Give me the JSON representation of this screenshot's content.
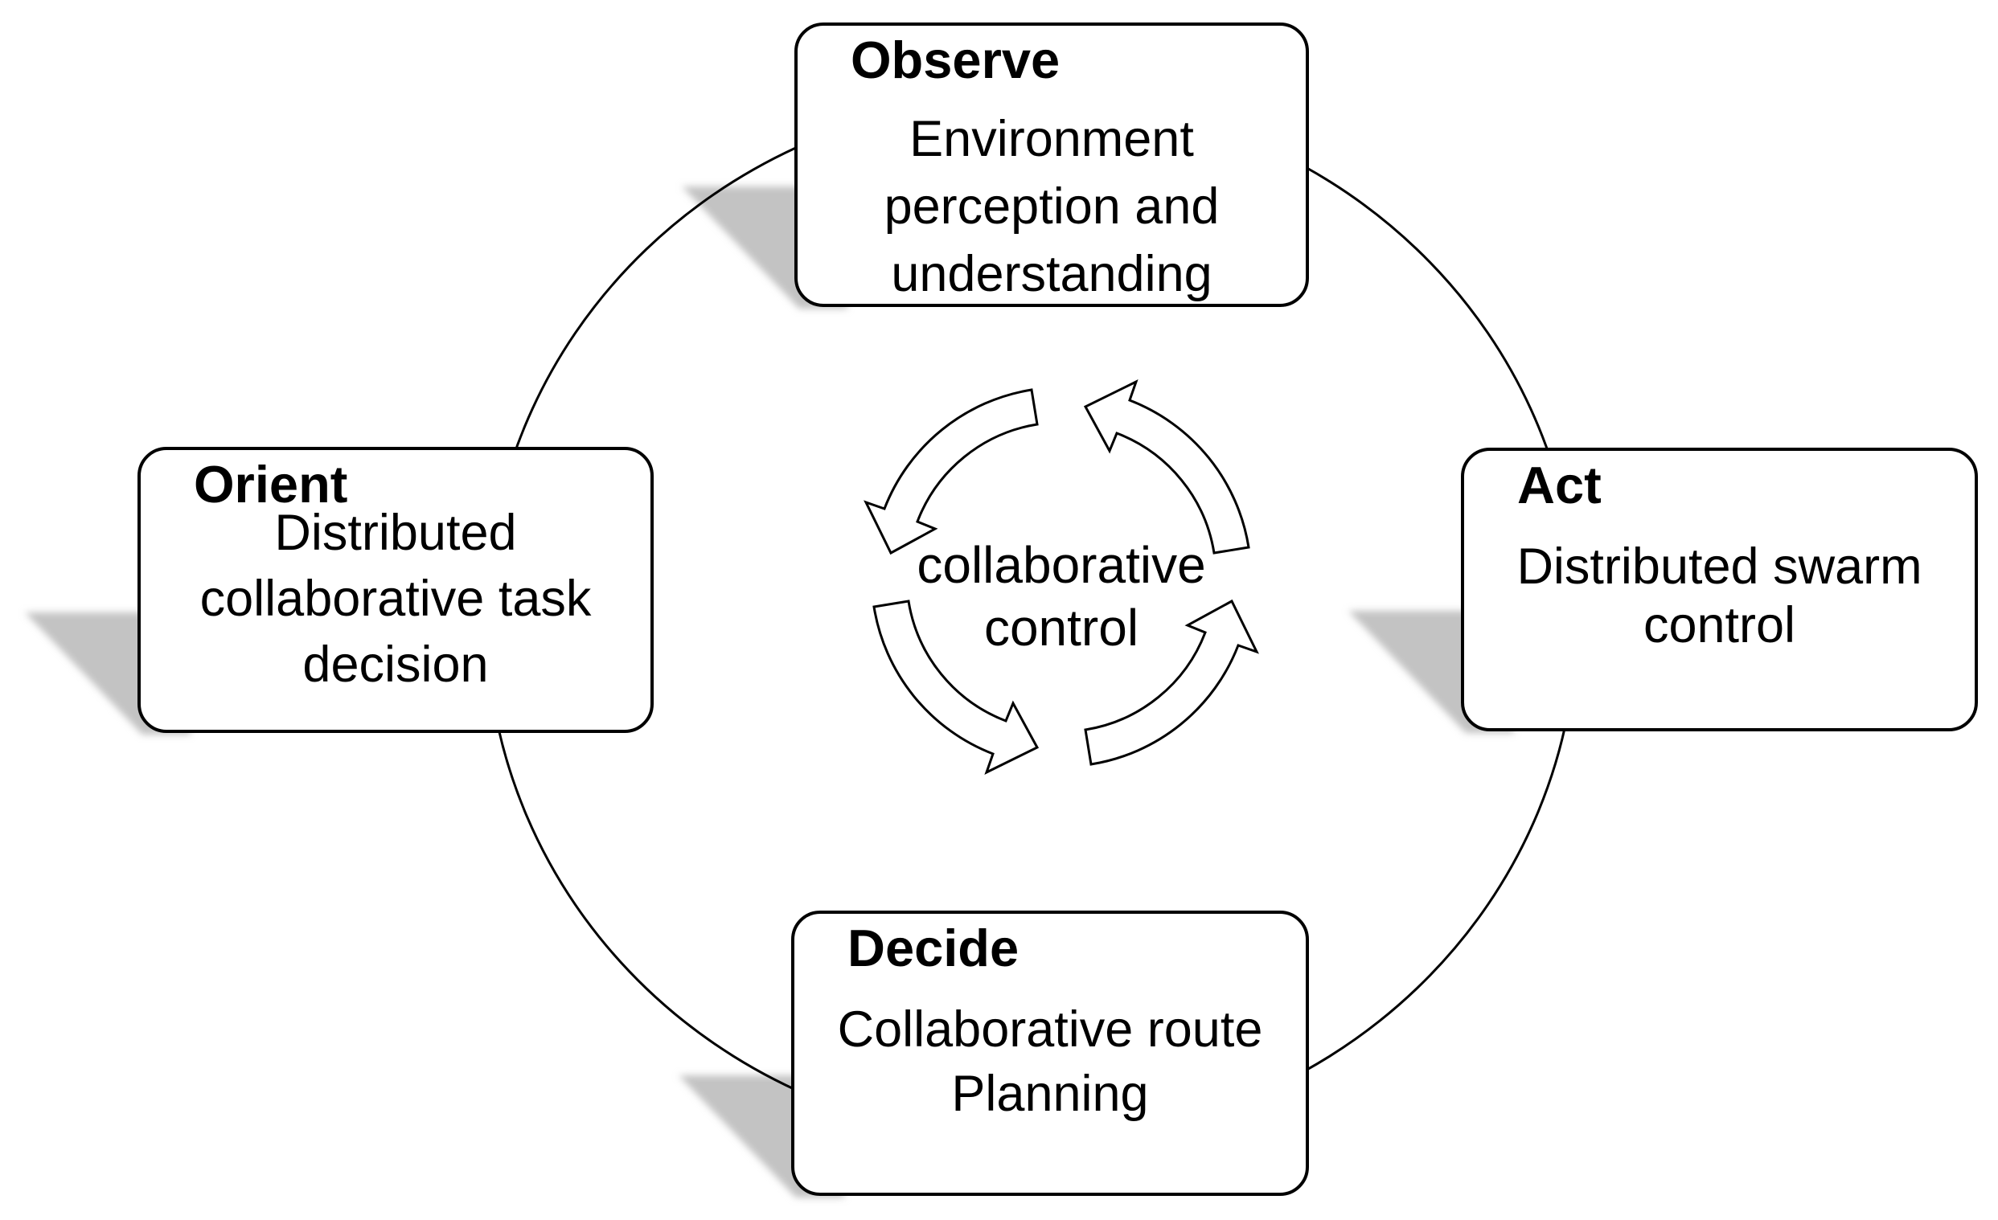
{
  "diagram": {
    "type": "ooda-loop-cycle",
    "center": {
      "lines": [
        "collaborative",
        "control"
      ]
    },
    "boxes": {
      "observe": {
        "title": "Observe",
        "lines": [
          "Environment",
          "perception and",
          "understanding"
        ]
      },
      "orient": {
        "title": "Orient",
        "lines": [
          "Distributed",
          "collaborative task",
          "decision"
        ]
      },
      "act": {
        "title": "Act",
        "lines": [
          "Distributed swarm",
          "control"
        ]
      },
      "decide": {
        "title": "Decide",
        "lines": [
          "Collaborative route",
          "Planning"
        ]
      }
    },
    "colors": {
      "line": "#000000",
      "text": "#000000",
      "box_fill": "#ffffff",
      "shadow": "#c3c3c3",
      "background": "#ffffff"
    }
  }
}
